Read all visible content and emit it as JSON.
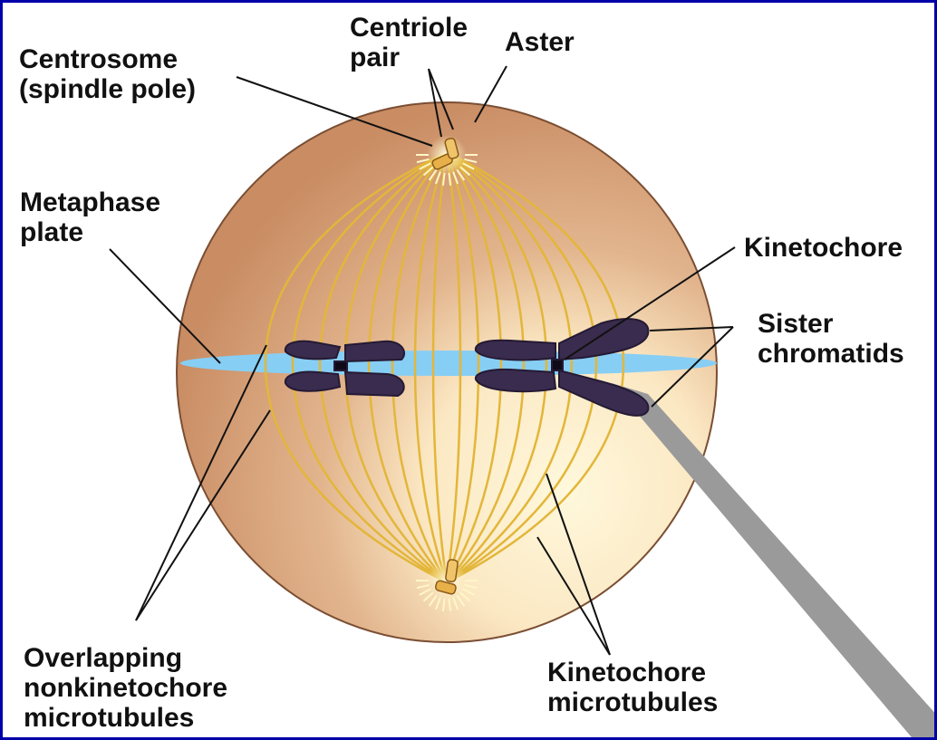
{
  "colors": {
    "frame": "#0000aa",
    "background": "#ffffff",
    "cell": "#d9a37c",
    "cell_light": "#fdf3d3",
    "metaphase_plate": "#87cef5",
    "microtubule": "#e3b63a",
    "chromosome": "#3a2c4e",
    "label_text": "#111111"
  },
  "labels": {
    "centrosome": "Centrosome\n(spindle pole)",
    "centriole_pair": "Centriole\npair",
    "aster": "Aster",
    "metaphase_plate": "Metaphase\nplate",
    "kinetochore": "Kinetochore",
    "sister_chromatids": "Sister\nchromatids",
    "overlapping": "Overlapping\nnonkinetochore\nmicrotubules",
    "kinetochore_microtubules": "Kinetochore\nmicrotubules"
  }
}
